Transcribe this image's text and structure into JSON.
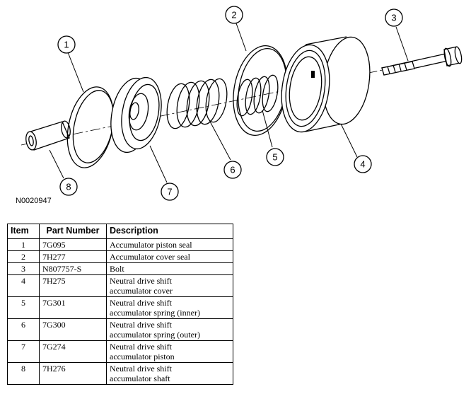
{
  "figure_id": "N0020947",
  "callouts": [
    "1",
    "2",
    "3",
    "4",
    "5",
    "6",
    "7",
    "8"
  ],
  "table": {
    "headers": {
      "item": "Item",
      "part": "Part Number",
      "desc": "Description"
    },
    "rows": [
      {
        "item": "1",
        "part": "7G095",
        "desc": "Accumulator piston seal"
      },
      {
        "item": "2",
        "part": "7H277",
        "desc": "Accumulator cover seal"
      },
      {
        "item": "3",
        "part": "N807757-S",
        "desc": "Bolt"
      },
      {
        "item": "4",
        "part": "7H275",
        "desc": "Neutral drive shift\naccumulator cover"
      },
      {
        "item": "5",
        "part": "7G301",
        "desc": "Neutral drive shift\naccumulator spring (inner)"
      },
      {
        "item": "6",
        "part": "7G300",
        "desc": "Neutral drive shift\naccumulator spring (outer)"
      },
      {
        "item": "7",
        "part": "7G274",
        "desc": "Neutral drive shift\naccumulator piston"
      },
      {
        "item": "8",
        "part": "7H276",
        "desc": "Neutral drive shift\naccumulator shaft"
      }
    ]
  }
}
